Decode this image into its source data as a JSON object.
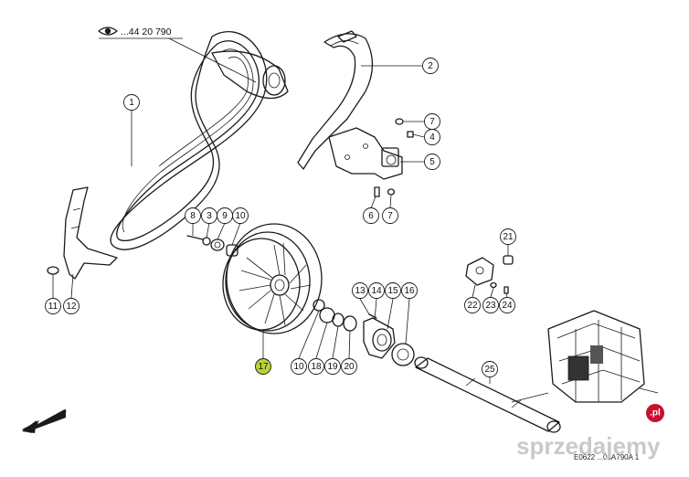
{
  "reference": {
    "text": "...44 20 790",
    "icon": "eye-icon"
  },
  "drawing_code": "E0622 ...05A790A 1",
  "watermark": {
    "text": "sprzedajemy",
    "badge": ".pl"
  },
  "colors": {
    "highlight": "#b5d334",
    "line": "#1a1a1a",
    "watermark": "#c9c9c9",
    "badge": "#c8102e"
  },
  "callouts": [
    {
      "id": "1",
      "label": "1"
    },
    {
      "id": "2",
      "label": "2"
    },
    {
      "id": "7a",
      "label": "7"
    },
    {
      "id": "4",
      "label": "4"
    },
    {
      "id": "5",
      "label": "5"
    },
    {
      "id": "6",
      "label": "6"
    },
    {
      "id": "7b",
      "label": "7"
    },
    {
      "id": "8",
      "label": "8"
    },
    {
      "id": "3",
      "label": "3"
    },
    {
      "id": "9",
      "label": "9"
    },
    {
      "id": "10a",
      "label": "10"
    },
    {
      "id": "11",
      "label": "11"
    },
    {
      "id": "12",
      "label": "12"
    },
    {
      "id": "17",
      "label": "17",
      "highlighted": true
    },
    {
      "id": "10b",
      "label": "10"
    },
    {
      "id": "18",
      "label": "18"
    },
    {
      "id": "19",
      "label": "19"
    },
    {
      "id": "20",
      "label": "20"
    },
    {
      "id": "13",
      "label": "13"
    },
    {
      "id": "14",
      "label": "14"
    },
    {
      "id": "15",
      "label": "15"
    },
    {
      "id": "16",
      "label": "16"
    },
    {
      "id": "21",
      "label": "21"
    },
    {
      "id": "22",
      "label": "22"
    },
    {
      "id": "23",
      "label": "23"
    },
    {
      "id": "24",
      "label": "24"
    },
    {
      "id": "25",
      "label": "25"
    }
  ]
}
